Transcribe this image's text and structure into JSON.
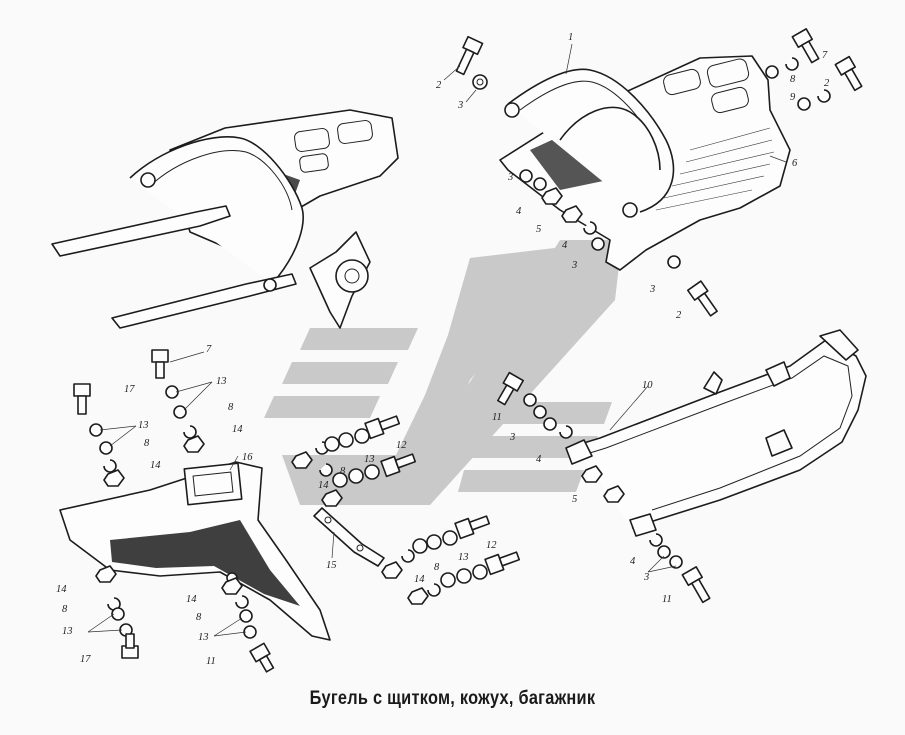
{
  "caption": "Бугель с щитком, кожух, багажник",
  "colors": {
    "ink": "#1c1c1c",
    "paper": "#fafafa",
    "watermark": "#c9c9c9"
  },
  "callouts": {
    "c1": "1",
    "c2a": "2",
    "c3a": "3",
    "c7a": "7",
    "c8a": "8",
    "c2b": "2",
    "c9": "9",
    "c6": "6",
    "c3b": "3",
    "c4a": "4",
    "c5a": "5",
    "c4b": "4",
    "c3c": "3",
    "c3d": "3",
    "c2c": "2",
    "c7b": "7",
    "c17a": "17",
    "c13a": "13",
    "c13b": "13",
    "c8b": "8",
    "c8c": "8",
    "c14a": "14",
    "c14b": "14",
    "c16": "16",
    "c14c": "14",
    "c8d": "8",
    "c13c": "13",
    "c17b": "17",
    "c14d": "14",
    "c8e": "8",
    "c13d": "13",
    "c11a": "11",
    "c12a": "12",
    "c13e": "13",
    "c8f": "8",
    "c14e": "14",
    "c15": "15",
    "c11b": "11",
    "c3e": "3",
    "c4c": "4",
    "c12b": "12",
    "c13f": "13",
    "c8g": "8",
    "c14f": "14",
    "c10": "10",
    "c5b": "5",
    "c4d": "4",
    "c3f": "3",
    "c11c": "11"
  }
}
